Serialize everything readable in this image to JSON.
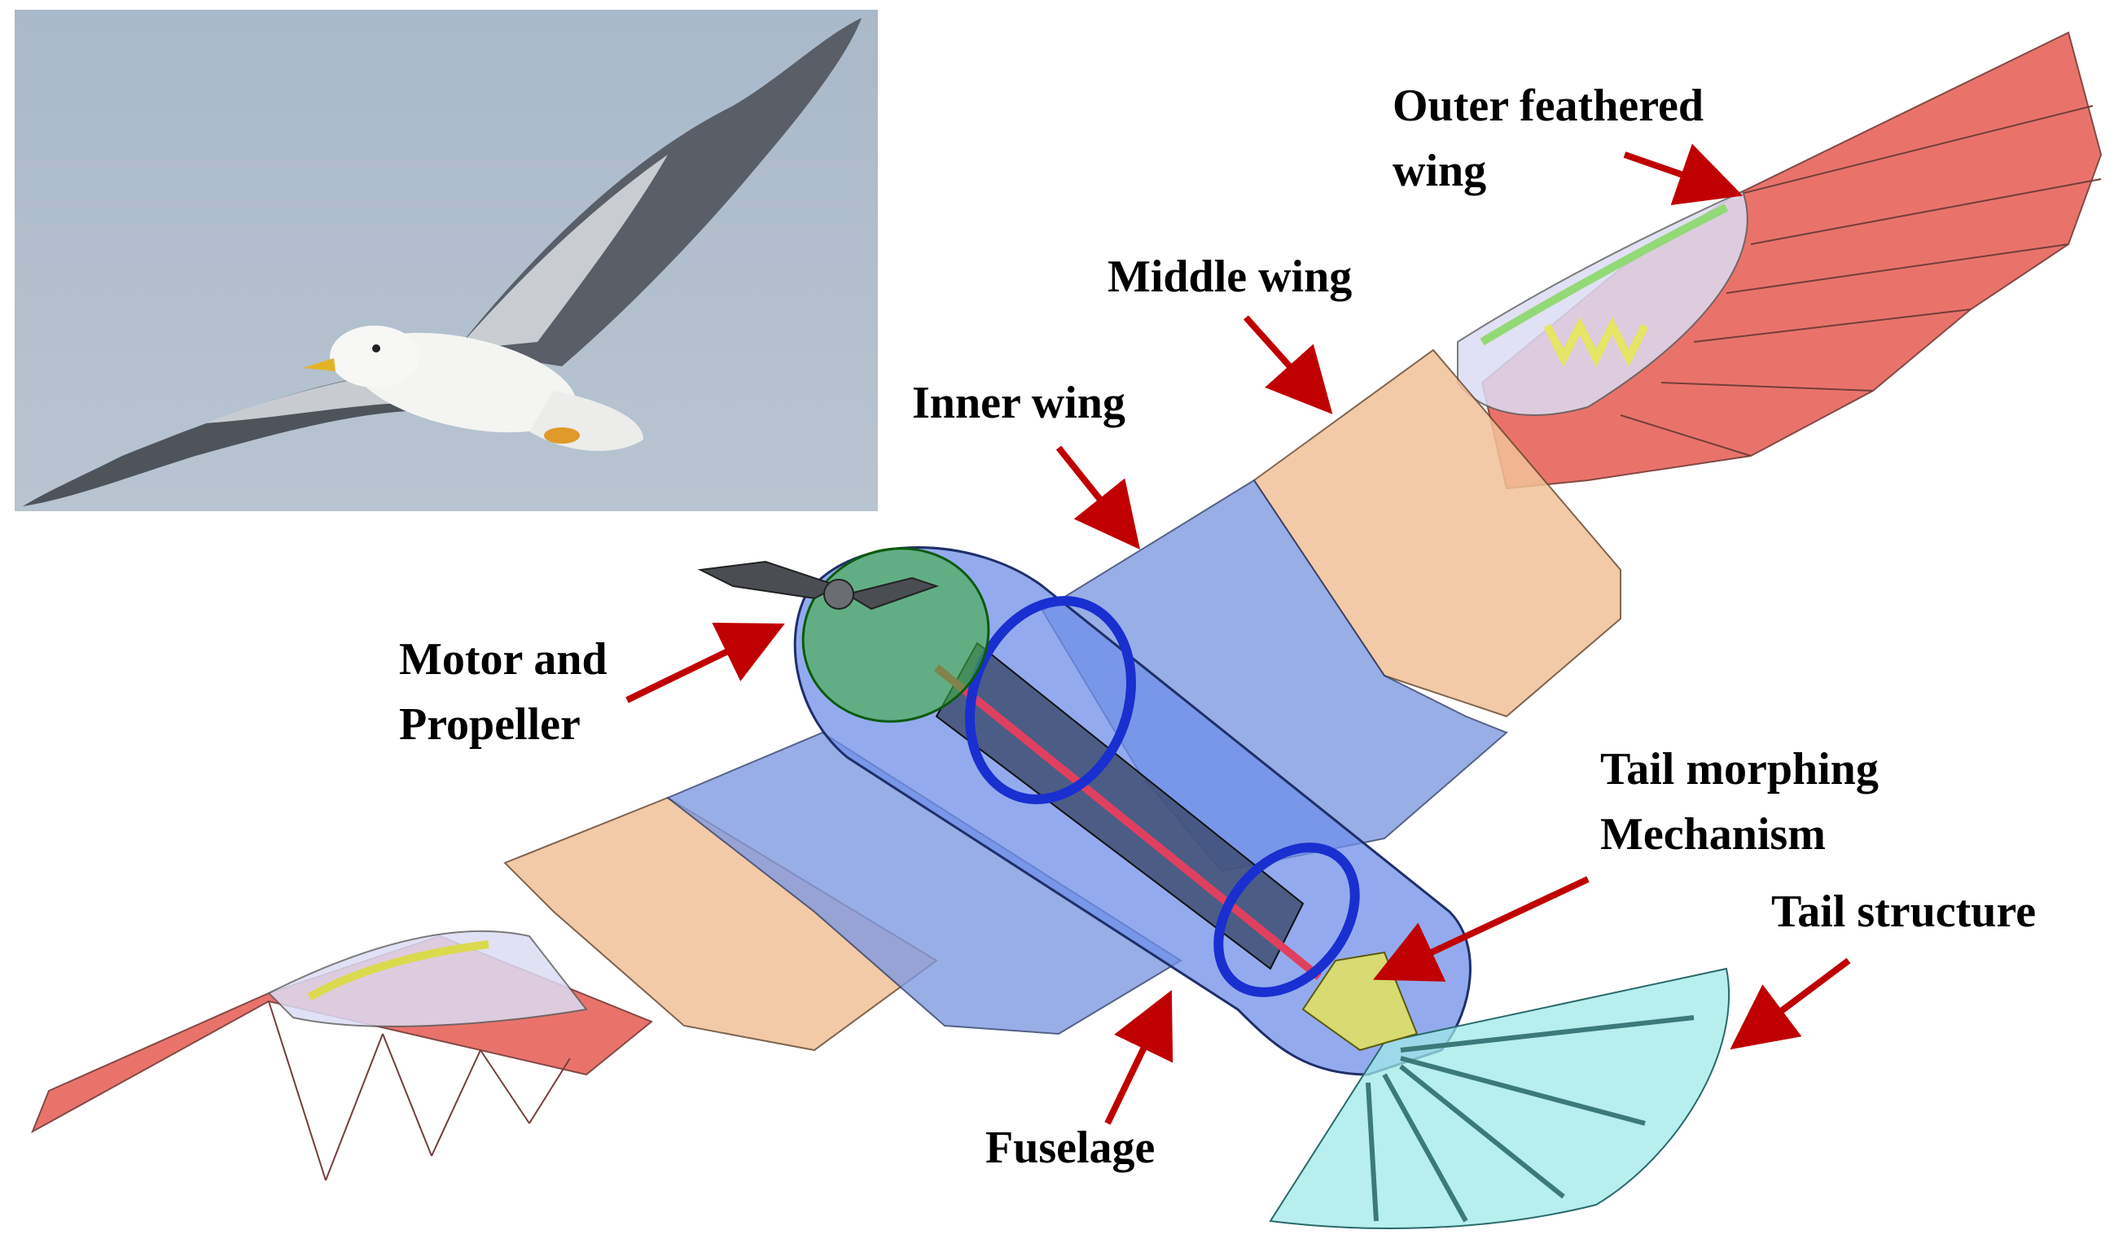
{
  "photo": {
    "subject": "seagull-in-flight"
  },
  "labels": {
    "outer_feathered_wing": [
      "Outer feathered",
      "wing"
    ],
    "middle_wing": [
      "Middle wing"
    ],
    "inner_wing": [
      "Inner wing"
    ],
    "motor_and_propeller": [
      "Motor and",
      "Propeller"
    ],
    "tail_morphing_mechanism": [
      "Tail morphing",
      "Mechanism"
    ],
    "tail_structure": [
      "Tail structure"
    ],
    "fuselage": [
      "Fuselage"
    ]
  },
  "colors": {
    "arrow": "#c00000",
    "feathers": "#e8685f",
    "middle_wing": "#f2c19a",
    "inner_wing": "#6f92e6",
    "fuselage": "#6f8fe8",
    "motor_mount": "#3fb03f",
    "tail_structure": "#9fe8e8",
    "tail_mechanism": "#e3e35a",
    "rod": "#e04060",
    "sky": "#a8b8c8"
  }
}
